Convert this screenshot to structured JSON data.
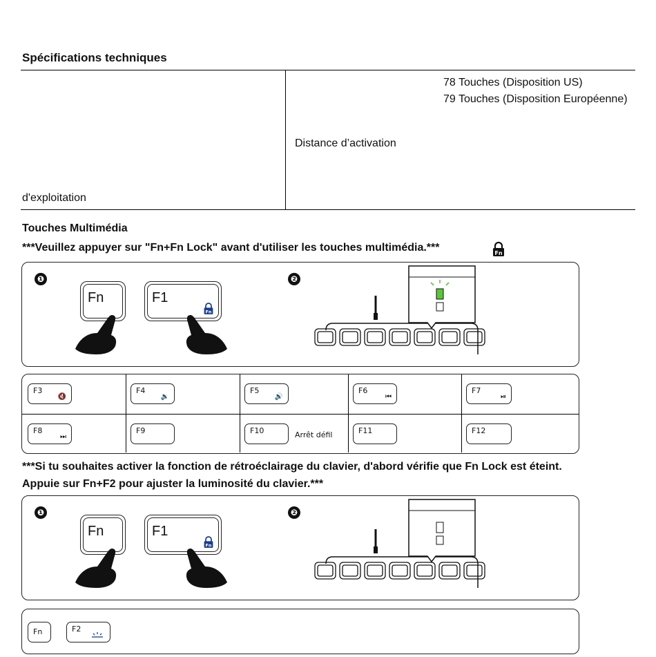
{
  "specs": {
    "title": "Spécifications techniques",
    "keys_us": "78 Touches (Disposition US)",
    "keys_eu": "79 Touches (Disposition Européenne)",
    "activation": "Distance d’activation",
    "operating": "d'exploitation"
  },
  "multimedia": {
    "title": "Touches Multimédia",
    "note": "***Veuillez appuyer sur \"Fn+Fn Lock\" avant d'utiliser les touches multimédia.***",
    "step1": "❶",
    "step2": "❷",
    "key_fn": "Fn",
    "key_f1": "F1",
    "fkeys_row1": [
      {
        "label": "F3",
        "icon": "speaker-mute-icon"
      },
      {
        "label": "F4",
        "icon": "volume-down-icon"
      },
      {
        "label": "F5",
        "icon": "volume-up-icon"
      },
      {
        "label": "F6",
        "icon": "previous-track-icon"
      },
      {
        "label": "F7",
        "icon": "play-pause-icon"
      }
    ],
    "fkeys_row2": [
      {
        "label": "F8",
        "icon": "next-track-icon"
      },
      {
        "label": "F9"
      },
      {
        "label": "F10",
        "side_text": "Arrêt défil"
      },
      {
        "label": "F11"
      },
      {
        "label": "F12"
      }
    ]
  },
  "backlight": {
    "note_line1": "***Si tu souhaites activer la fonction de rétroéclairage du clavier, d'abord vérifie que Fn Lock est éteint.",
    "note_line2": "Appuie sur Fn+F2 pour ajuster la luminosité du clavier.***",
    "key_fn": "Fn",
    "key_f1": "F1",
    "small_fn": "Fn",
    "small_f2": "F2"
  },
  "colors": {
    "indicator_green": "#5cc43a",
    "ink": "#111111"
  }
}
